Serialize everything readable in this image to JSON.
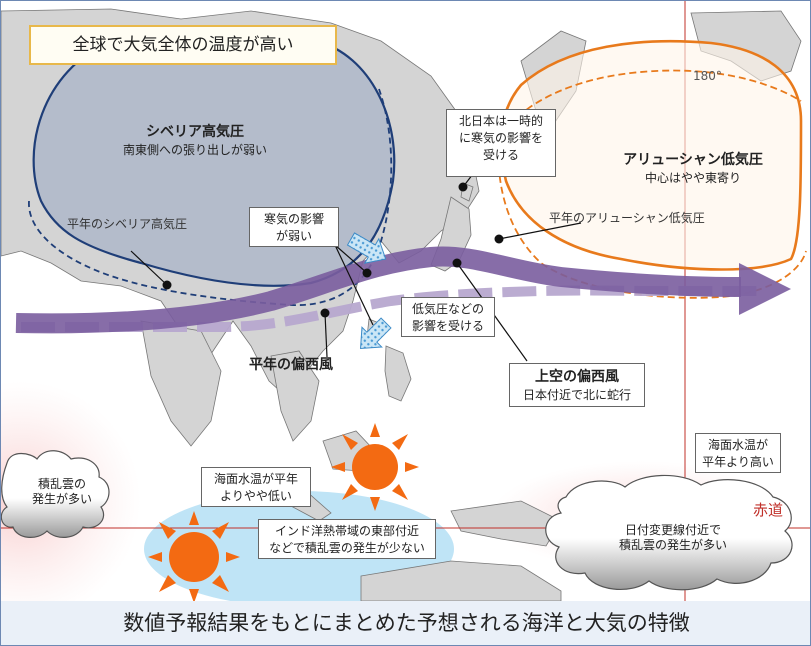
{
  "title_box": "全球で大気全体の温度が高い",
  "siberian_high": {
    "title": "シベリア高気圧",
    "sub": "南東側への張り出しが弱い"
  },
  "normal_siberian_high": "平年のシベリア高気圧",
  "north_japan": [
    "北日本は一時的",
    "に寒気の影響を",
    "受ける"
  ],
  "aleutian_low": {
    "title": "アリューシャン低気圧",
    "sub": "中心はやや東寄り"
  },
  "normal_aleutian_low": "平年のアリューシャン低気圧",
  "meridian": "180°",
  "cold_air_weak": [
    "寒気の影響",
    "が弱い"
  ],
  "low_pressure": [
    "低気圧などの",
    "影響を受ける"
  ],
  "normal_westerlies": "平年の偏西風",
  "upper_westerlies": {
    "title": "上空の偏西風",
    "sub": "日本付近で北に蛇行"
  },
  "cumulonimbus_west": [
    "積乱雲の",
    "発生が多い"
  ],
  "sst_slightly_low": [
    "海面水温が平年",
    "よりやや低い"
  ],
  "indian_ocean": [
    "インド洋熱帯域の東部付近",
    "などで積乱雲の発生が少ない"
  ],
  "sst_high": [
    "海面水温が",
    "平年より高い"
  ],
  "equator": "赤道",
  "dateline_cloud": [
    "日付変更線付近で",
    "積乱雲の発生が多い"
  ],
  "caption": "数値予報結果をもとにまとめた予想される海洋と大気の特徴",
  "colors": {
    "frame": "#6d88b3",
    "ocean": "#ffffff",
    "land": "#d4d4d4",
    "siberian_fill": "#aab4c8",
    "siberian_line": "#1f3e78",
    "aleutian_line": "#e87a1c",
    "aleutian_fill": "#fff5ea",
    "westerly_upper": "#7a5d9e",
    "westerly_normal": "#b7a8cf",
    "cold_arrow": "#8ec7ea",
    "warm_pool": "#bfe4f6",
    "pink_region": "#fbe3e3",
    "sun": "#f36a12",
    "grid_red": "#c0302a",
    "title_border": "#e8b84a"
  }
}
